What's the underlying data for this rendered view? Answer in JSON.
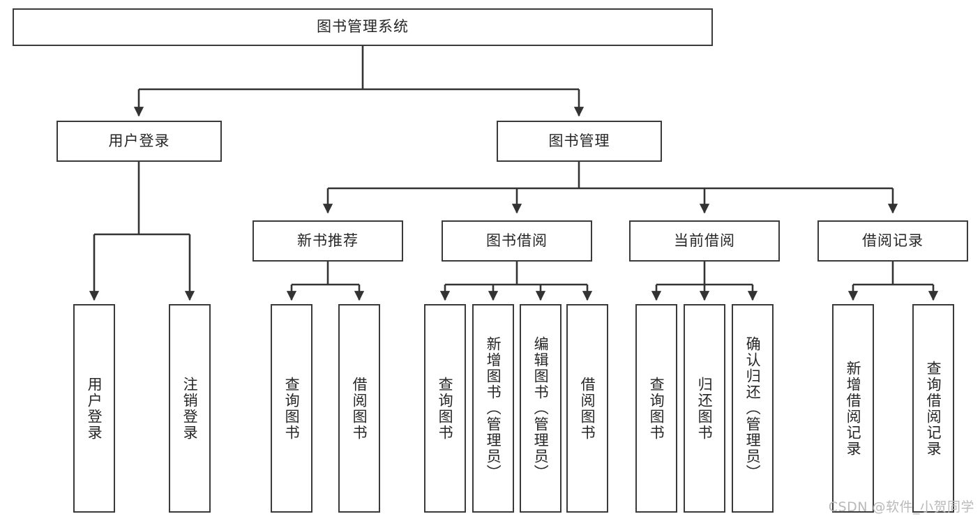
{
  "diagram": {
    "title": "图书管理系统",
    "type": "tree-hierarchy-chart",
    "root": {
      "label": "图书管理系统"
    },
    "level2": [
      {
        "label": "用户登录"
      },
      {
        "label": "图书管理"
      }
    ],
    "level3": [
      {
        "label": "新书推荐"
      },
      {
        "label": "图书借阅"
      },
      {
        "label": "当前借阅"
      },
      {
        "label": "借阅记录"
      }
    ],
    "leaves": {
      "user_login": [
        {
          "label": "用户登录"
        },
        {
          "label": "注销登录"
        }
      ],
      "new_book_recommend": [
        {
          "label": "查询图书"
        },
        {
          "label": "借阅图书"
        }
      ],
      "book_borrow": [
        {
          "label": "查询图书"
        },
        {
          "label": "新增图书（管理员）"
        },
        {
          "label": "编辑图书（管理员）"
        },
        {
          "label": "借阅图书"
        }
      ],
      "current_borrow": [
        {
          "label": "查询图书"
        },
        {
          "label": "归还图书"
        },
        {
          "label": "确认归还（管理员）"
        }
      ],
      "borrow_record": [
        {
          "label": "新增借阅记录"
        },
        {
          "label": "查询借阅记录"
        }
      ]
    },
    "watermark": "CSDN @软件_小贺同学",
    "colors": {
      "box_border": "#3a3a3a",
      "box_fill": "#ffffff",
      "text": "#262626",
      "edge": "#333333",
      "watermark": "#b9b9b9",
      "background": "#ffffff"
    }
  }
}
